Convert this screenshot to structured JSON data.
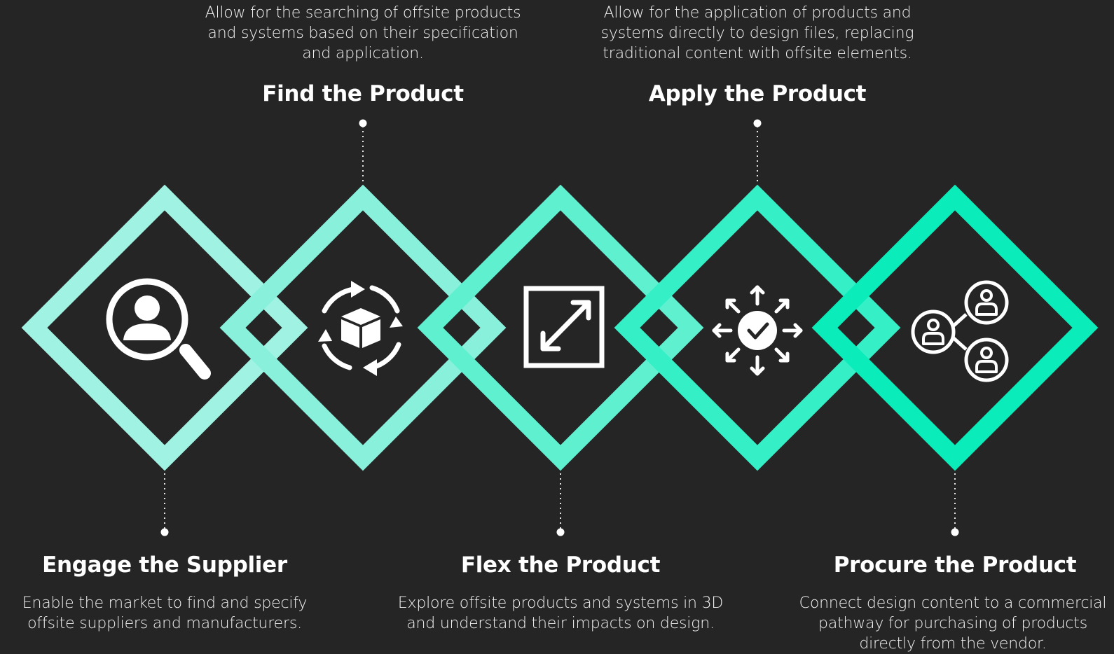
{
  "colors": {
    "background": "#252525",
    "step_colors": [
      "#a0f3e2",
      "#88f0db",
      "#5ff0d0",
      "#35efc7",
      "#0aedbb"
    ],
    "icon": "#ffffff"
  },
  "steps": [
    {
      "title": "Engage the Supplier",
      "description": "Enable the market to find and specify offsite suppliers and manufacturers.",
      "icon": "user-search-icon",
      "label_position": "bottom"
    },
    {
      "title": "Find the Product",
      "description": "Allow for the searching of offsite products and systems based on their specification and application.",
      "icon": "box-cycle-icon",
      "label_position": "top"
    },
    {
      "title": "Flex the Product",
      "description": "Explore offsite products and systems in 3D and understand their impacts on design.",
      "icon": "resize-expand-icon",
      "label_position": "bottom"
    },
    {
      "title": "Apply the Product",
      "description": "Allow for the application of products and systems directly to design files, replacing traditional content with offsite elements.",
      "icon": "check-distribute-icon",
      "label_position": "top"
    },
    {
      "title": "Procure the Product",
      "description": "Connect design content to a commercial pathway for purchasing of products directly from the vendor.",
      "icon": "user-network-icon",
      "label_position": "bottom"
    }
  ]
}
